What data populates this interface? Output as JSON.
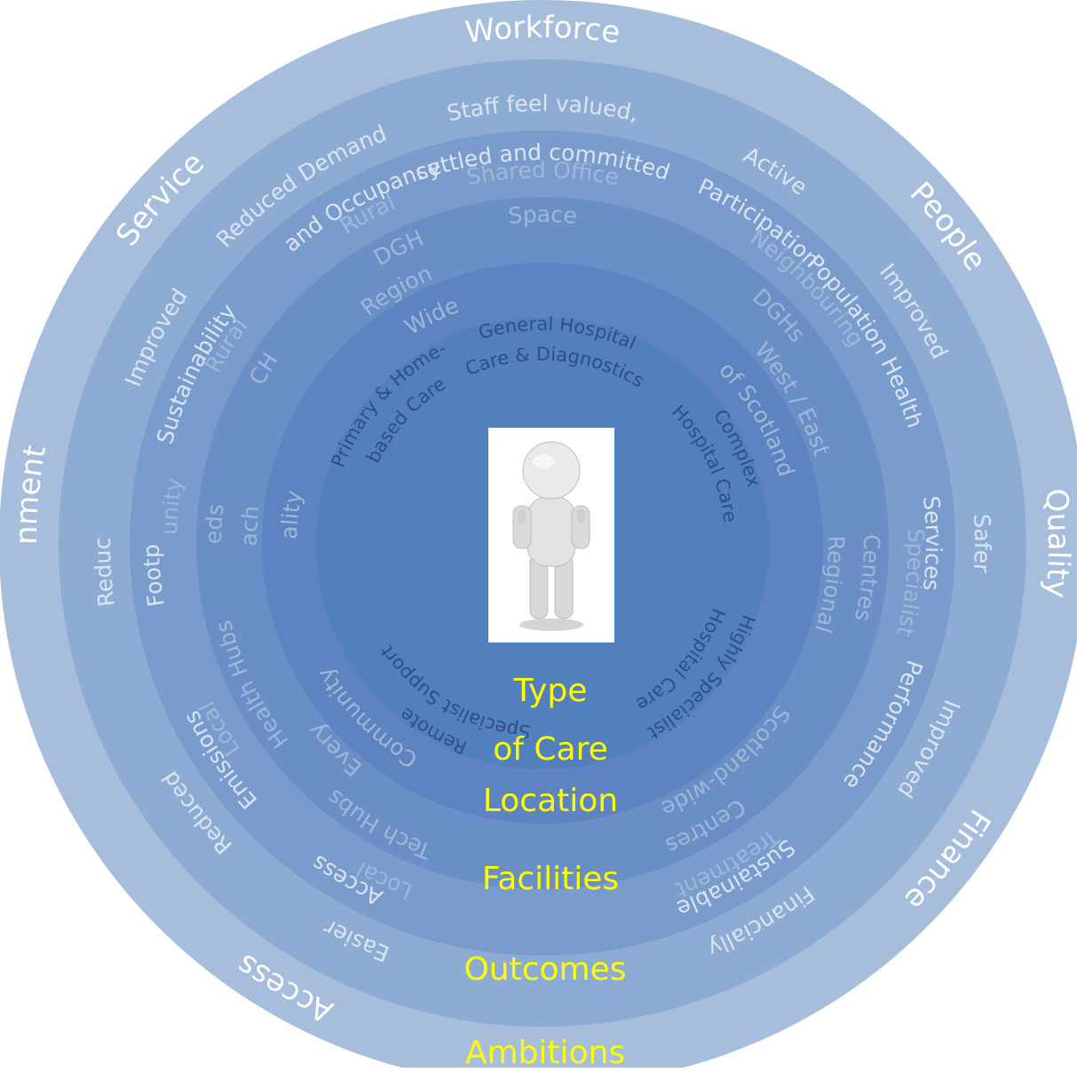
{
  "colors": {
    "ring_outer": "#a6bedc",
    "ring_ambitions": "#8eacd3",
    "ring_outcomes": "#7a9ccc",
    "ring_facilities": "#6a8fc6",
    "ring_location": "#5d84c0",
    "ring_type": "#5280bd",
    "core": "#4a7ab9",
    "label_white": "#ffffff",
    "label_soft": "#dbe5f2",
    "label_dim": "#9fb7d8",
    "label_inner": "#2f4f80",
    "level_yellow": "#ffff00"
  },
  "rings": {
    "ambitions": [
      "Workforce",
      "People",
      "Quality",
      "Finance",
      "Access",
      "Environment",
      "Service"
    ],
    "outcomes": [
      "Staff feel valued,",
      "settled and committed",
      "Active",
      "Participation",
      "Improved",
      "Population Health",
      "Safer",
      "Services",
      "Improved",
      "Performance",
      "Financially",
      "Sustainable",
      "Easier",
      "Access",
      "Reduced",
      "Emissions",
      "Reduced",
      "Footprint",
      "Improved",
      "Sustainability",
      "Reduced Demand",
      "and Occupancy"
    ],
    "facilities": [
      "Shared Office",
      "Space",
      "Neighbouring",
      "DGHs",
      "Specialist",
      "Centres",
      "Treatment",
      "Centres",
      "Local",
      "Tech Hubs",
      "Local",
      "Health Hubs",
      "Community",
      "Beds",
      "Rural",
      "CH",
      "Rural",
      "DGH"
    ],
    "location": [
      "West / East",
      "of Scotland",
      "Regional",
      "Scotland-wide",
      "Every",
      "Community",
      "Each",
      "Locality",
      "Region",
      "Wide"
    ],
    "type_of_care": [
      "General Hospital",
      "Care & Diagnostics",
      "Complex",
      "Hospital Care",
      "Highly Specialist",
      "Hospital Care",
      "Remote",
      "Specialist Support",
      "Primary & Home-",
      "based Care"
    ]
  },
  "levels": {
    "type_line1": "Type",
    "type_line2": "of Care",
    "location": "Location",
    "facilities": "Facilities",
    "outcomes": "Outcomes",
    "ambitions": "Ambitions"
  },
  "center_figure": "person-thumbs-up"
}
